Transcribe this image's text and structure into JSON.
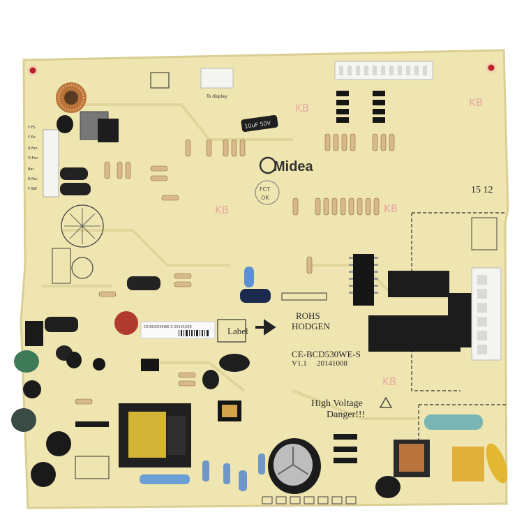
{
  "board": {
    "brand": "Midea",
    "model": "CE-BCD530WE-S",
    "version": "V1.1",
    "date": "20141008",
    "rohs": "ROHS",
    "maker": "HODGEN",
    "label_text": "Label",
    "warning_line1": "High Voltage",
    "warning_line2": "Danger!!!",
    "marking_week": "15 12",
    "to_display": "To display",
    "kb_marks": [
      "KB",
      "KB",
      "KB",
      "KB",
      "KB"
    ],
    "sticker_text": "CE-BCD530WE-S  20141008",
    "capacitor_text": "10uF 50V"
  },
  "colors": {
    "pcb": "#eee5b0",
    "pcb_edge": "#d9cf93",
    "trace": "#d8cc8c",
    "silk": "#3a3a3a",
    "connector": "#f4f4f0",
    "relay": "#1c1c1c",
    "transformer_core": "#d4b437",
    "copper": "#b8743a",
    "blue_cap": "#4f8fd6",
    "hole": "#b8222a"
  }
}
